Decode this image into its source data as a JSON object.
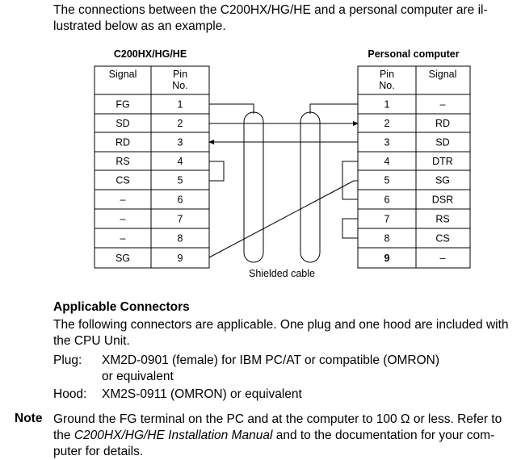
{
  "intro": "The connections between the C200HX/HG/HE and a personal computer are il-lustrated below as an example.",
  "diagram": {
    "left_title": "C200HX/HG/HE",
    "right_title": "Personal computer",
    "left_headers": [
      "Signal",
      "Pin No."
    ],
    "right_headers": [
      "Pin No.",
      "Signal"
    ],
    "left_rows": [
      {
        "signal": "FG",
        "pin": "1"
      },
      {
        "signal": "SD",
        "pin": "2"
      },
      {
        "signal": "RD",
        "pin": "3"
      },
      {
        "signal": "RS",
        "pin": "4"
      },
      {
        "signal": "CS",
        "pin": "5"
      },
      {
        "signal": "–",
        "pin": "6"
      },
      {
        "signal": "–",
        "pin": "7"
      },
      {
        "signal": "–",
        "pin": "8"
      },
      {
        "signal": "SG",
        "pin": "9"
      }
    ],
    "right_rows": [
      {
        "pin": "1",
        "signal": "–"
      },
      {
        "pin": "2",
        "signal": "RD"
      },
      {
        "pin": "3",
        "signal": "SD"
      },
      {
        "pin": "4",
        "signal": "DTR"
      },
      {
        "pin": "5",
        "signal": "SG"
      },
      {
        "pin": "6",
        "signal": "DSR"
      },
      {
        "pin": "7",
        "signal": "RS"
      },
      {
        "pin": "8",
        "signal": "CS"
      },
      {
        "pin": "9",
        "signal": "–"
      }
    ],
    "cable_label": "Shielded cable"
  },
  "connectors": {
    "heading": "Applicable Connectors",
    "text": "The following connectors are applicable. One plug and one hood are included with the CPU Unit.",
    "plug_label": "Plug:",
    "plug_value_line1": "XM2D-0901 (female) for IBM PC/AT or compatible (OMRON)",
    "plug_value_line2": "or equivalent",
    "hood_label": "Hood:",
    "hood_value": "XM2S-0911 (OMRON) or equivalent"
  },
  "note": {
    "label": "Note",
    "text_before": "Ground the FG terminal on the PC and at the computer to 100 Ω or less. Refer to the ",
    "manual_title": "C200HX/HG/HE Installation Manual",
    "text_after": " and to the documentation for your com-puter for details."
  }
}
